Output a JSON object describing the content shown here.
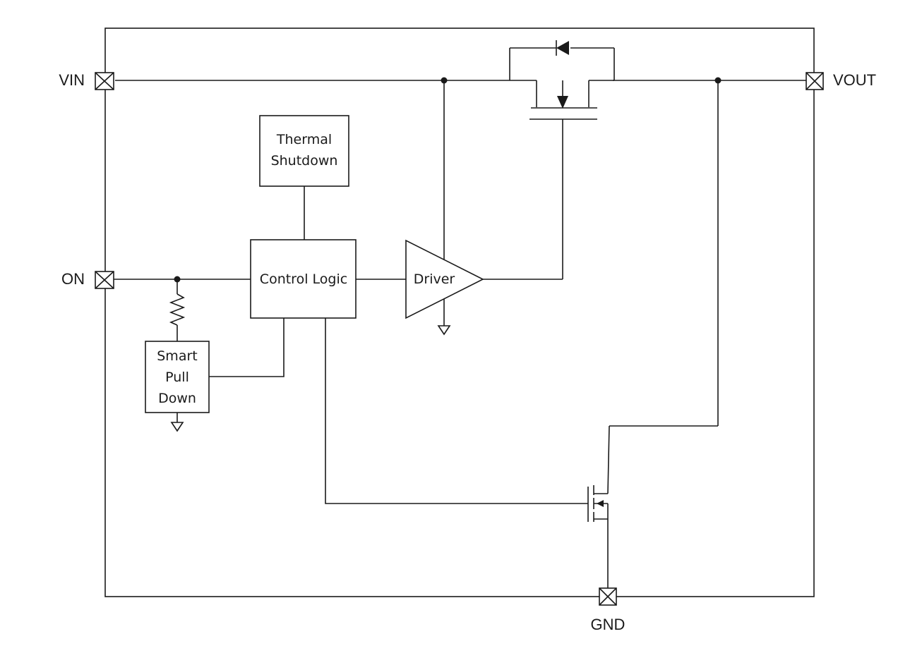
{
  "pins": {
    "vin": "VIN",
    "vout": "VOUT",
    "on": "ON",
    "gnd": "GND"
  },
  "blocks": {
    "thermal_shutdown": [
      "Thermal",
      "Shutdown"
    ],
    "control_logic": "Control Logic",
    "driver": "Driver",
    "smart_pull_down": [
      "Smart",
      "Pull",
      "Down"
    ]
  },
  "colors": {
    "line": "#1a1a1a",
    "background": "#ffffff"
  }
}
